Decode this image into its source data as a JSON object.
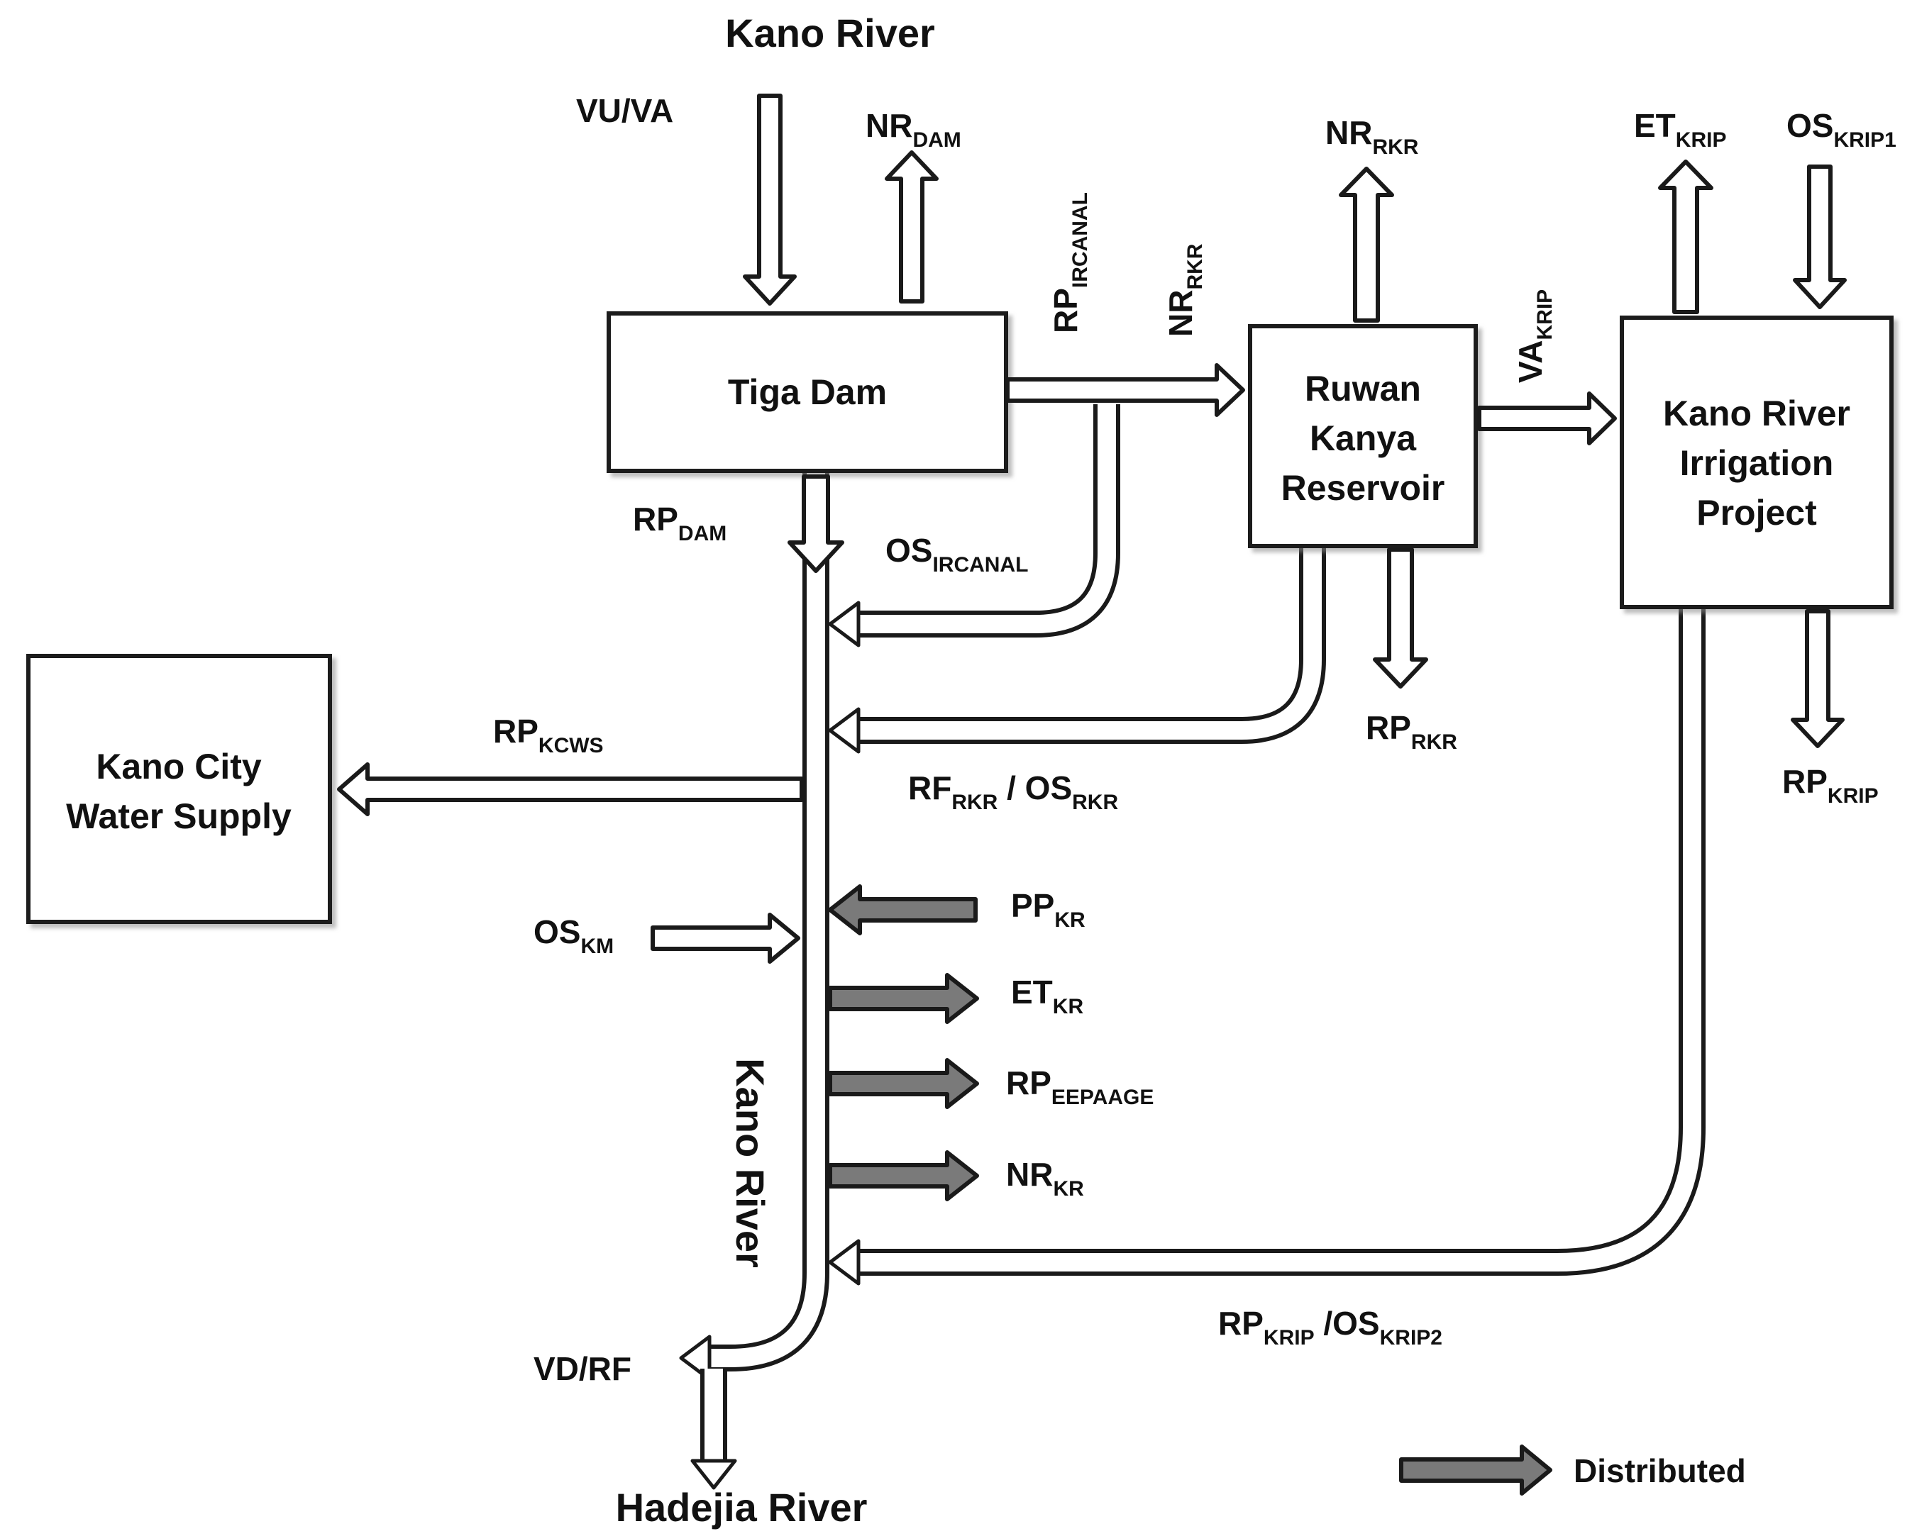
{
  "colors": {
    "outline": "#1a1a1a",
    "white_arrow_fill": "#ffffff",
    "distributed_arrow_fill": "#7a7a7a"
  },
  "titles": {
    "kano_river_top": "Kano River",
    "hadejia_river": "Hadejia River",
    "kano_river_vertical": "Kano River"
  },
  "boxes": {
    "tiga_dam": {
      "lines": [
        "Tiga Dam"
      ]
    },
    "ruwan_kanya": {
      "lines": [
        "Ruwan",
        "Kanya",
        "Reservoir"
      ]
    },
    "krip": {
      "lines": [
        "Kano River",
        "Irrigation",
        "Project"
      ]
    },
    "kcws": {
      "lines": [
        "Kano City",
        "Water Supply"
      ]
    }
  },
  "labels": {
    "vu_va": "VU/VA",
    "nr_dam": {
      "main": "NR",
      "sub": "DAM"
    },
    "rp_ircanal": {
      "main": "RP",
      "sub": "IRCANAL"
    },
    "nr_rkr_rot": {
      "main": "NR",
      "sub": "RKR"
    },
    "nr_rkr_top": {
      "main": "NR",
      "sub": "RKR"
    },
    "va_krip": {
      "main": "VA",
      "sub": "KRIP"
    },
    "et_krip": {
      "main": "ET",
      "sub": "KRIP"
    },
    "os_krip1": {
      "main": "OS",
      "sub": "KRIP1"
    },
    "rp_dam": {
      "main": "RP",
      "sub": "DAM"
    },
    "os_ircanal": {
      "main": "OS",
      "sub": "IRCANAL"
    },
    "rp_rkr": {
      "main": "RP",
      "sub": "RKR"
    },
    "rp_krip": {
      "main": "RP",
      "sub": "KRIP"
    },
    "rp_kcws": {
      "main": "RP",
      "sub": "KCWS"
    },
    "rf_os_rkr": {
      "main1": "RF",
      "sub1": "RKR",
      "sep": " / ",
      "main2": "OS",
      "sub2": "RKR"
    },
    "pp_kr": {
      "main": "PP",
      "sub": "KR"
    },
    "os_km": {
      "main": "OS",
      "sub": "KM"
    },
    "et_kr": {
      "main": "ET",
      "sub": "KR"
    },
    "rp_eepaage": {
      "main": "RP",
      "sub": "EEPAAGE"
    },
    "nr_kr": {
      "main": "NR",
      "sub": "KR"
    },
    "vd_rf": "VD/RF",
    "rp_os_krip2": {
      "main1": "RP",
      "sub1": "KRIP",
      "sep": " /",
      "main2": "OS",
      "sub2": "KRIP2"
    }
  },
  "legend": {
    "label": "Distributed"
  }
}
